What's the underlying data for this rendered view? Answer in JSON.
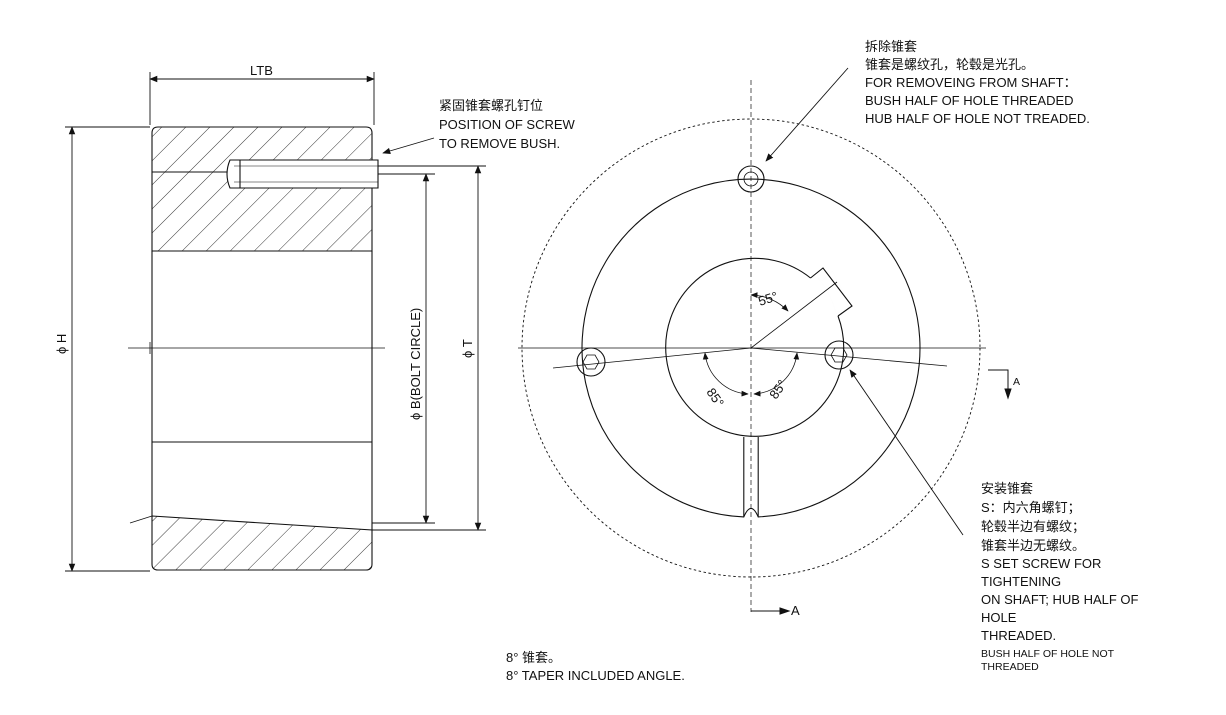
{
  "dimensions": {
    "ltb": "LTB",
    "phi_h": "ϕ H",
    "phi_b": "ϕ B(BOLT CIRCLE)",
    "phi_t": "ϕ T",
    "angle_55": "55°",
    "angle_85_left": "85°",
    "angle_85_right": "85°",
    "section_a_top": "A",
    "section_a_bottom": "A"
  },
  "notes": {
    "screw_position": [
      "紧固锥套螺孔钉位",
      "POSITION OF SCREW",
      "TO REMOVE BUSH."
    ],
    "removal": [
      "拆除锥套",
      "锥套是螺纹孔，轮毂是光孔。",
      "FOR REMOVEING FROM SHAFT：",
      "BUSH HALF OF HOLE THREADED",
      "HUB HALF OF HOLE NOT TREADED."
    ],
    "installation": [
      "安装锥套",
      "S：内六角螺钉；",
      "轮毂半边有螺纹；",
      "锥套半边无螺纹。",
      "S SET SCREW FOR",
      "TIGHTENING",
      "ON SHAFT; HUB HALF OF",
      "HOLE",
      "THREADED."
    ],
    "installation_small": [
      "BUSH HALF OF HOLE NOT",
      "THREADED"
    ],
    "taper": [
      "8° 锥套。",
      "8°  TAPER INCLUDED ANGLE."
    ]
  }
}
